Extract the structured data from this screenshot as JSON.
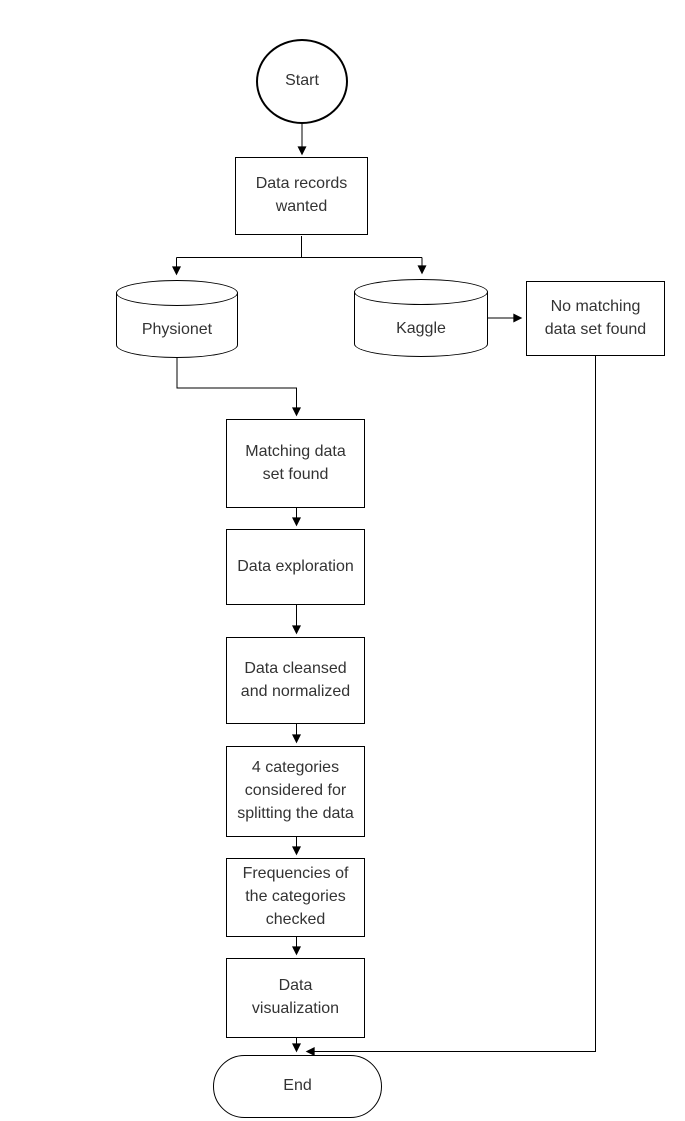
{
  "flowchart": {
    "background": "#ffffff",
    "stroke_color": "#000000",
    "text_color": "#333333",
    "nodes": {
      "start": {
        "label": "Start",
        "shape": "circle"
      },
      "data_records_wanted": {
        "label": "Data records\nwanted",
        "shape": "process"
      },
      "physionet": {
        "label": "Physionet",
        "shape": "database"
      },
      "kaggle": {
        "label": "Kaggle",
        "shape": "database"
      },
      "no_matching_data_set_found": {
        "label": "No matching\ndata set found",
        "shape": "process"
      },
      "matching_data_set_found": {
        "label": "Matching data\nset found",
        "shape": "process"
      },
      "data_exploration": {
        "label": "Data exploration",
        "shape": "process"
      },
      "data_cleansed_and_normalized": {
        "label": "Data cleansed\nand normalized",
        "shape": "process"
      },
      "four_categories_considered": {
        "label": "4 categories\nconsidered for\nsplitting the data",
        "shape": "process"
      },
      "frequencies_of_categories_checked": {
        "label": "Frequencies of\nthe categories\nchecked",
        "shape": "process"
      },
      "data_visualization": {
        "label": "Data\nvisualization",
        "shape": "process"
      },
      "end": {
        "label": "End",
        "shape": "terminator"
      }
    },
    "edges": [
      {
        "from": "start",
        "to": "data_records_wanted"
      },
      {
        "from": "data_records_wanted",
        "to": "physionet"
      },
      {
        "from": "data_records_wanted",
        "to": "kaggle"
      },
      {
        "from": "kaggle",
        "to": "no_matching_data_set_found"
      },
      {
        "from": "physionet",
        "to": "matching_data_set_found"
      },
      {
        "from": "matching_data_set_found",
        "to": "data_exploration"
      },
      {
        "from": "data_exploration",
        "to": "data_cleansed_and_normalized"
      },
      {
        "from": "data_cleansed_and_normalized",
        "to": "four_categories_considered"
      },
      {
        "from": "four_categories_considered",
        "to": "frequencies_of_categories_checked"
      },
      {
        "from": "frequencies_of_categories_checked",
        "to": "data_visualization"
      },
      {
        "from": "data_visualization",
        "to": "end"
      },
      {
        "from": "no_matching_data_set_found",
        "to": "end"
      }
    ]
  }
}
